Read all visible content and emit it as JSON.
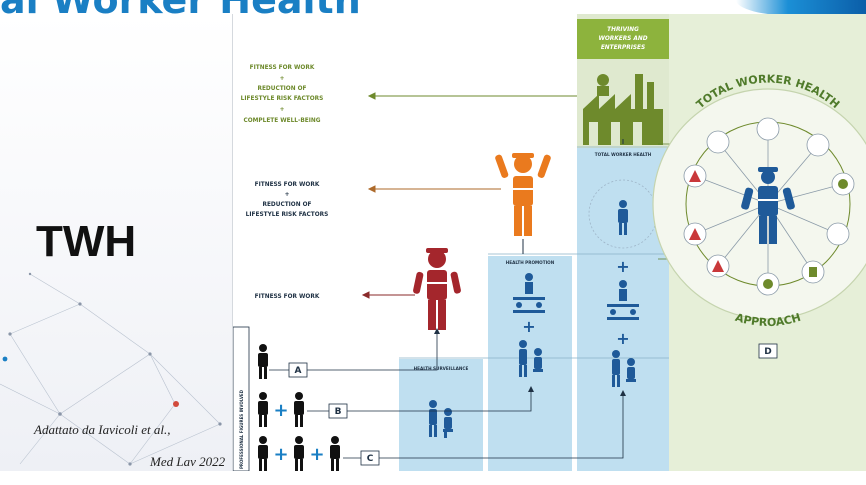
{
  "slide": {
    "title": "al Worker Health",
    "side_label": "TWH",
    "attribution_line1": "Adattato da Iavicoli et al.,",
    "attribution_line2": "Med Lav 2022"
  },
  "diagram": {
    "outcomes_top": [
      "FITNESS FOR WORK",
      "+",
      "REDUCTION OF",
      "LIFESTYLE RISK FACTORS",
      "+",
      "COMPLETE WELL-BEING"
    ],
    "outcomes_mid": [
      "FITNESS FOR WORK",
      "+",
      "REDUCTION OF",
      "LIFESTYLE RISK FACTORS"
    ],
    "outcomes_low": [
      "FITNESS FOR WORK"
    ],
    "thriving_label": [
      "THRIVING",
      "WORKERS AND",
      "ENTERPRISES"
    ],
    "health_promotion": "HEALTH PROMOTION",
    "health_surveillance": "HEALTH SURVEILLANCE",
    "total_worker_health_small": "TOTAL WORKER HEALTH",
    "ring_top": "TOTAL WORKER HEALTH",
    "ring_bottom": "APPROACH",
    "vertical_label": "PROFESSIONAL FIGURES INVOLVED",
    "letters": [
      "A",
      "B",
      "C",
      "D"
    ],
    "plus": "+"
  },
  "colors": {
    "title_blue": "#1a7fc4",
    "green_text": "#6e8a2c",
    "light_blue": "#bfdff0",
    "light_green": "#e6efd8",
    "red_worker": "#a4262c",
    "orange_worker": "#ea7a1e",
    "blue_worker": "#1f5a99"
  }
}
